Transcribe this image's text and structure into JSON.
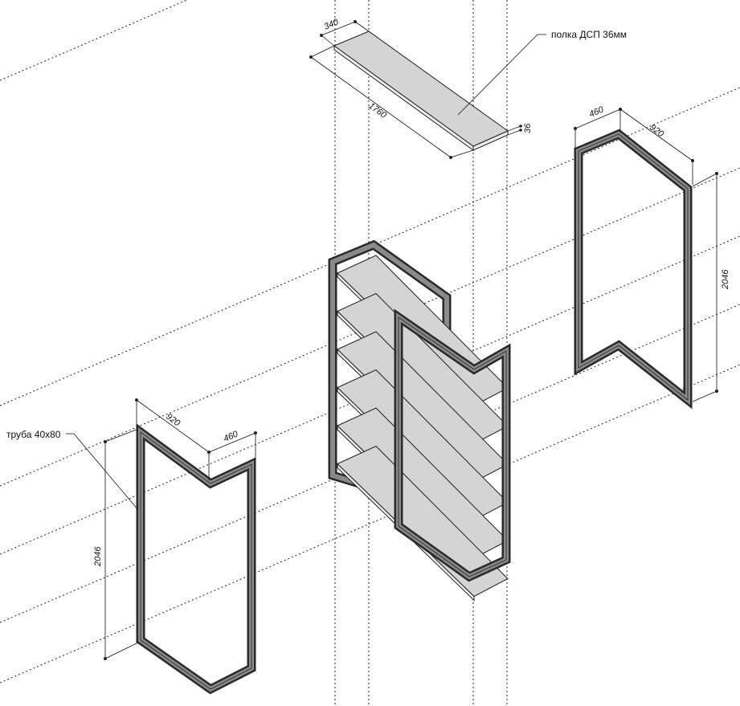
{
  "shelf": {
    "label": "полка ДСП 36мм",
    "width": "340",
    "length": "1760",
    "thickness": "36"
  },
  "right_frame": {
    "depth": "460",
    "width": "920",
    "height": "2046"
  },
  "left_frame": {
    "label": "труба 40х80",
    "width": "920",
    "depth": "460",
    "height": "2046"
  },
  "colors": {
    "tube": "#2a2a2a",
    "tube_face": "#8a8a8a",
    "shelf_fill": "#d4d4d4"
  }
}
